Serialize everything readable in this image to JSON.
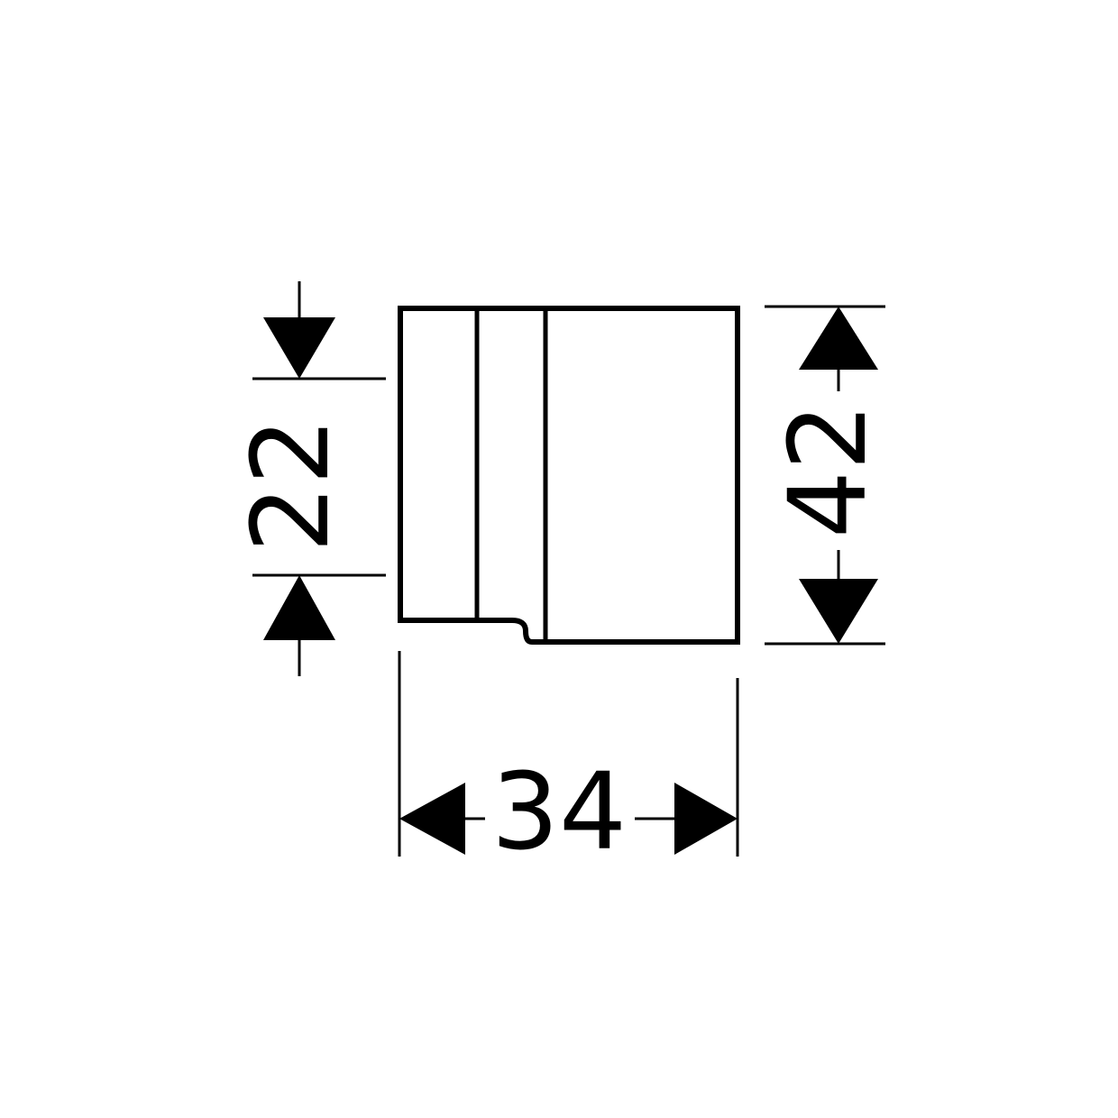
{
  "drawing": {
    "dimensions": {
      "width": "34",
      "height": "42",
      "depth": "22"
    }
  }
}
